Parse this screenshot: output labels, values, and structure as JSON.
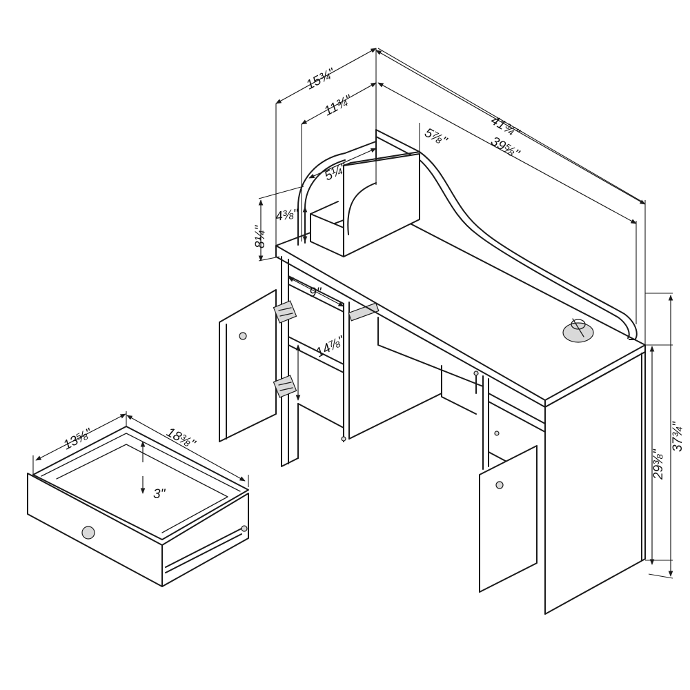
{
  "dimensions": {
    "hutch_depth": "15¾\"",
    "hutch_inner_depth": "11¾\"",
    "shelf_depth": "5⅞\"",
    "shelf_opening": "5¼\"",
    "shelf_height": "4⅜\"",
    "hutch_height": "8¼\"",
    "total_width": "41¾\"",
    "hutch_width": "39⅝\"",
    "cubby_width": "9\"",
    "cubby_height": "14⅞\"",
    "desk_height": "29⅜\"",
    "total_height": "37¾\"",
    "drawer_width": "13⅝\"",
    "drawer_depth": "18⅜\"",
    "drawer_height": "3\""
  }
}
